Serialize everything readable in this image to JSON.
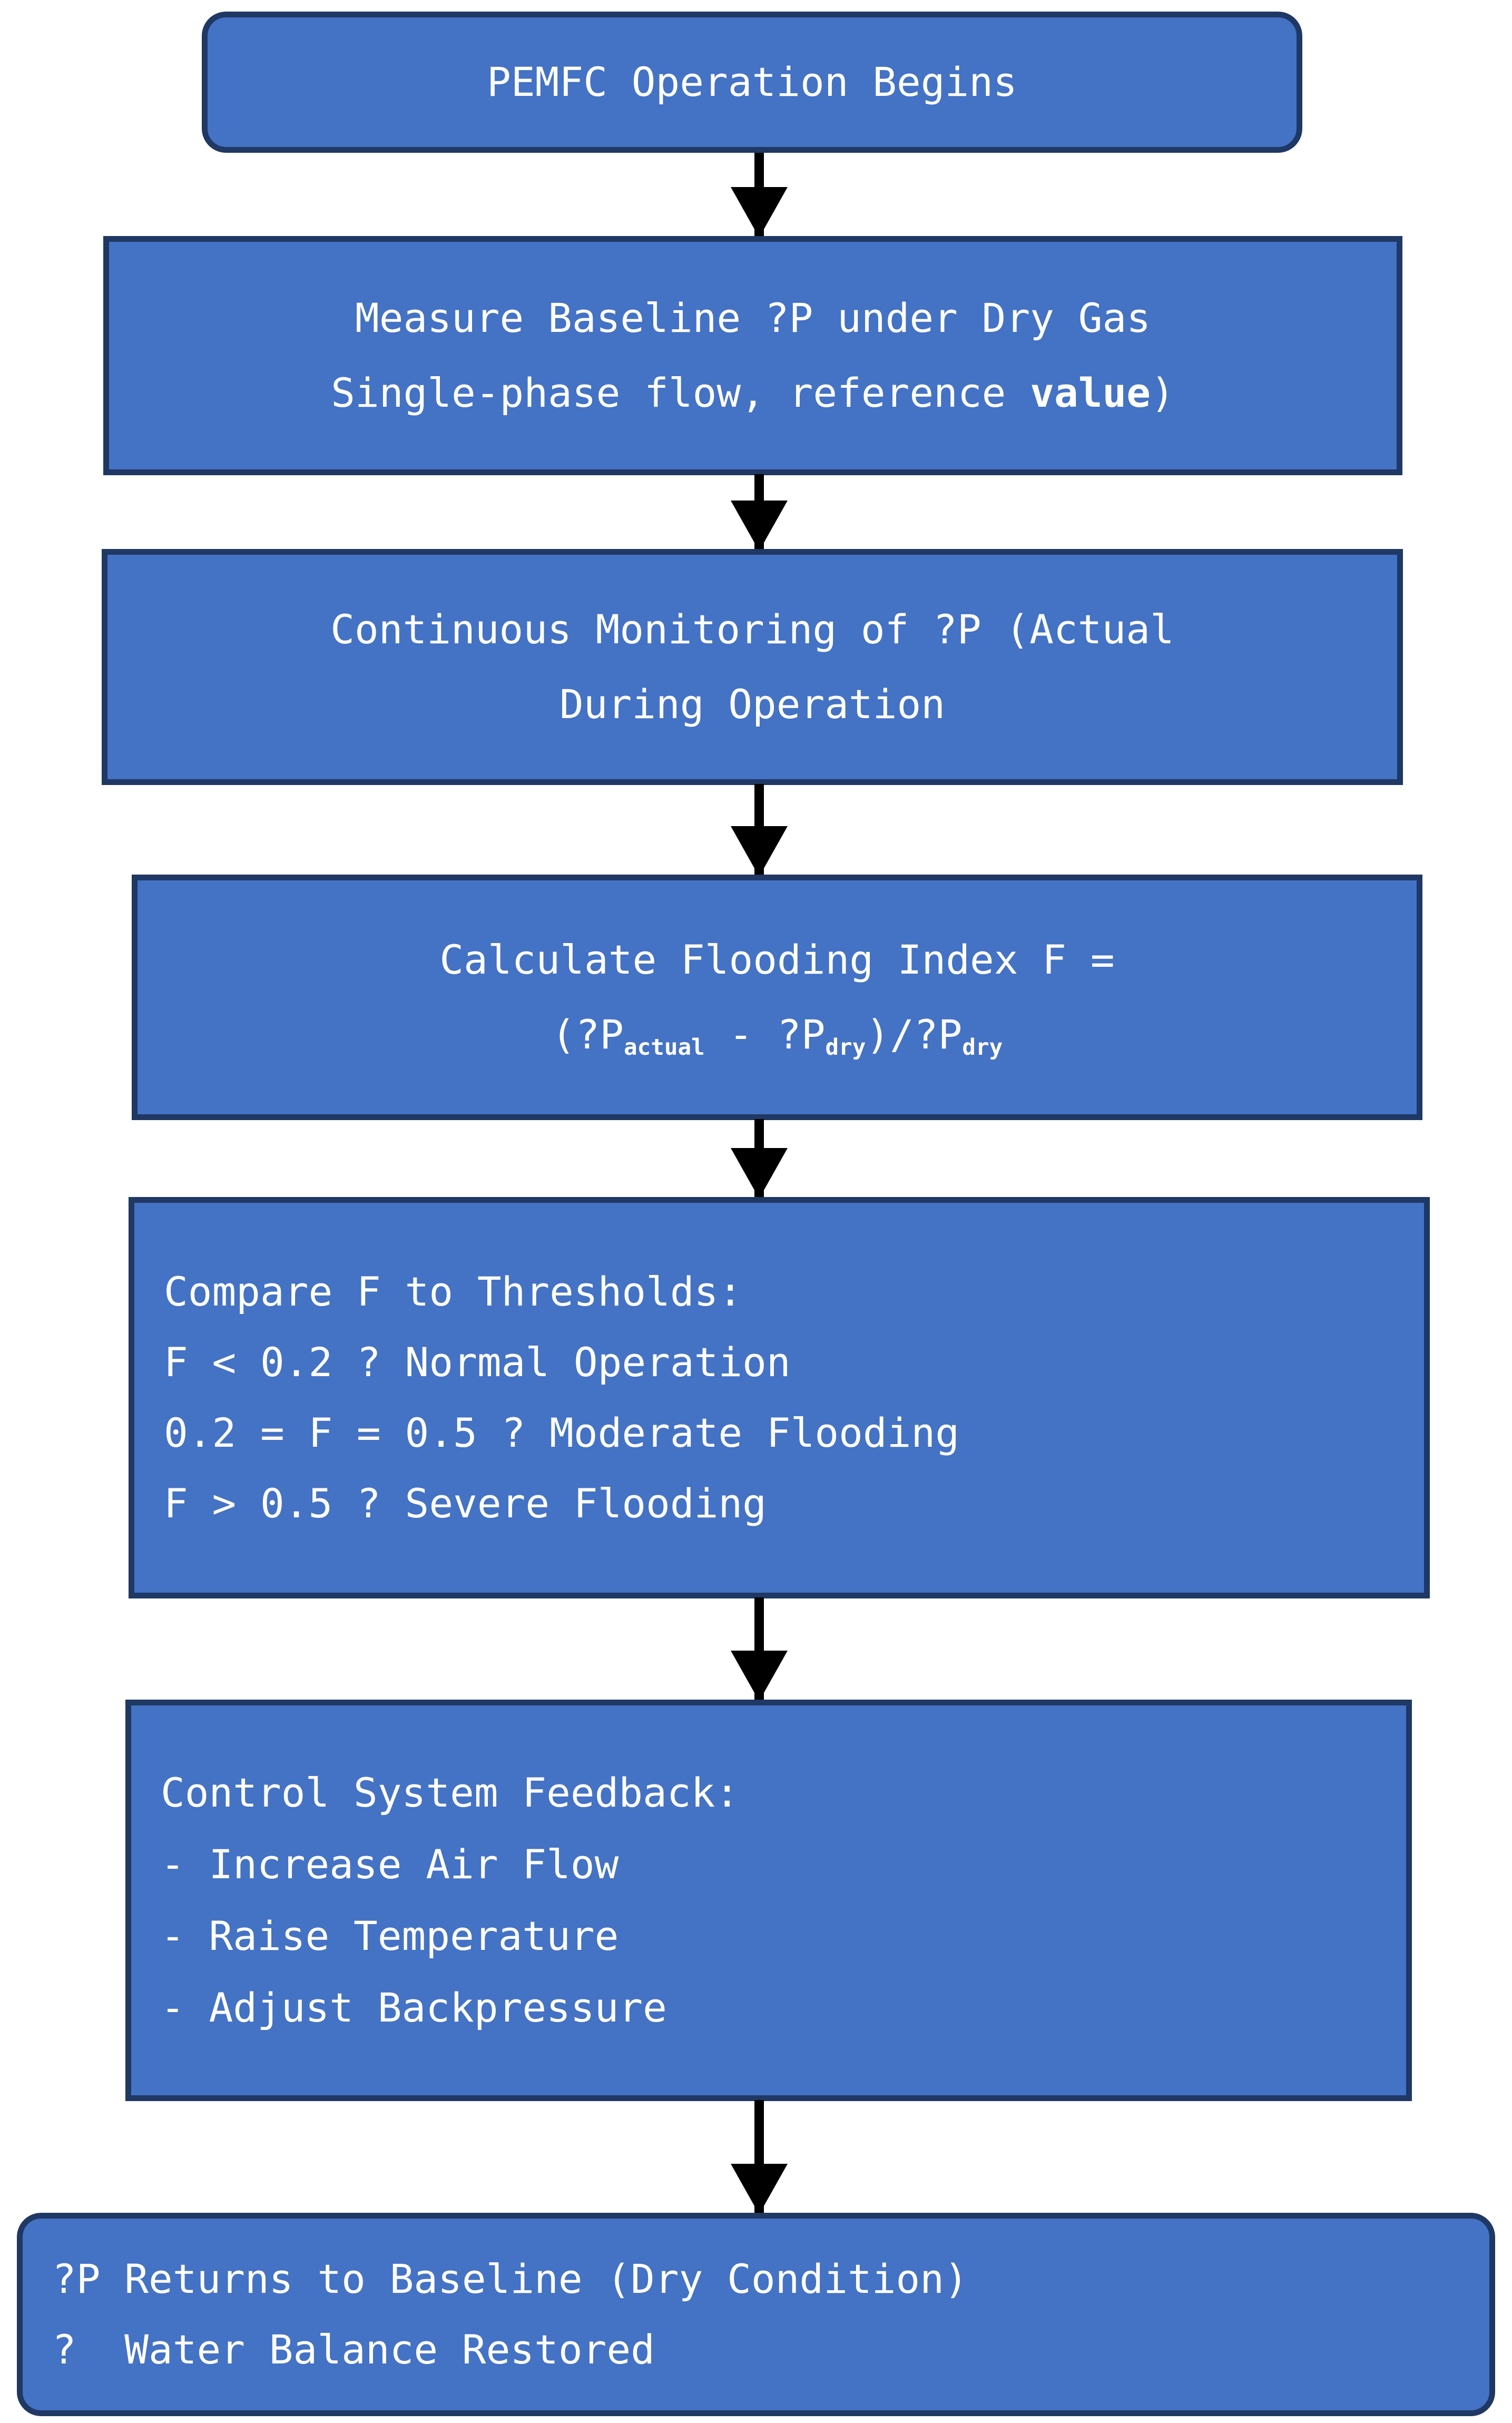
{
  "diagram": {
    "type": "flowchart",
    "orientation": "vertical",
    "background_color": "#FFFFFF",
    "node_fill_color": "#4472C4",
    "node_border_color": "#1F3864",
    "node_text_color": "#FFFFFF",
    "arrow_color": "#000000",
    "nodes": [
      {
        "id": "start",
        "shape": "rounded-rectangle",
        "align": "center",
        "lines": [
          "PEMFC Operation Begins"
        ]
      },
      {
        "id": "measure-baseline",
        "shape": "rectangle",
        "align": "center",
        "lines": [
          "Measure Baseline ?P under Dry Gas",
          "Single-phase flow, reference value)"
        ],
        "bold_segment": "value"
      },
      {
        "id": "continuous-monitoring",
        "shape": "rectangle",
        "align": "center",
        "lines": [
          "Continuous Monitoring of ?P (Actual",
          "During Operation"
        ]
      },
      {
        "id": "calculate-flooding-index",
        "shape": "rectangle",
        "align": "center",
        "lines": [
          "Calculate Flooding Index F =",
          "(?P_actual - ?P_dry)/?P_dry"
        ],
        "formula": {
          "prefix": "(?P",
          "sub1": "actual",
          "middle": " - ?P",
          "sub2": "dry",
          "divider": ")/?P",
          "sub3": "dry"
        }
      },
      {
        "id": "compare-thresholds",
        "shape": "rectangle",
        "align": "left",
        "lines": [
          "Compare F to Thresholds:",
          "F < 0.2 ? Normal Operation",
          "0.2 = F = 0.5 ? Moderate Flooding",
          "F > 0.5 ? Severe Flooding"
        ]
      },
      {
        "id": "control-system-feedback",
        "shape": "rectangle",
        "align": "left",
        "lines": [
          "Control System Feedback:",
          "- Increase Air Flow",
          "- Raise Temperature",
          "- Adjust Backpressure"
        ]
      },
      {
        "id": "end",
        "shape": "rounded-rectangle",
        "align": "left",
        "lines": [
          "?P Returns to Baseline (Dry Condition)",
          "?  Water Balance Restored"
        ]
      }
    ],
    "edges": [
      {
        "from": "start",
        "to": "measure-baseline",
        "style": "arrow-down"
      },
      {
        "from": "measure-baseline",
        "to": "continuous-monitoring",
        "style": "arrow-down"
      },
      {
        "from": "continuous-monitoring",
        "to": "calculate-flooding-index",
        "style": "arrow-down"
      },
      {
        "from": "calculate-flooding-index",
        "to": "compare-thresholds",
        "style": "arrow-down"
      },
      {
        "from": "compare-thresholds",
        "to": "control-system-feedback",
        "style": "arrow-down"
      },
      {
        "from": "control-system-feedback",
        "to": "end",
        "style": "arrow-down"
      }
    ]
  }
}
